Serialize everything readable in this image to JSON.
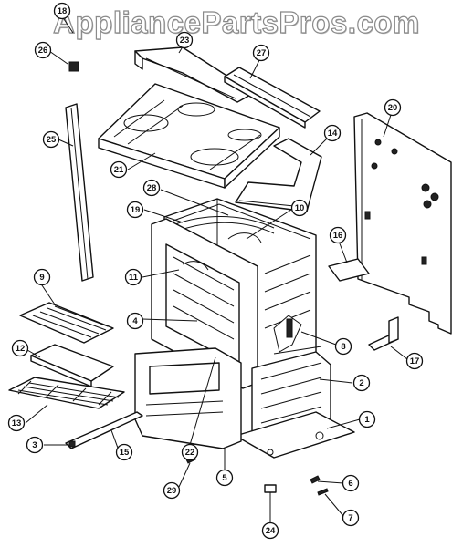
{
  "watermark": "AppliancePartsPros.com",
  "callouts": [
    {
      "id": "c18",
      "label": "18"
    },
    {
      "id": "c26",
      "label": "26"
    },
    {
      "id": "c23",
      "label": "23"
    },
    {
      "id": "c27",
      "label": "27"
    },
    {
      "id": "c25",
      "label": "25"
    },
    {
      "id": "c21",
      "label": "21"
    },
    {
      "id": "c20",
      "label": "20"
    },
    {
      "id": "c14",
      "label": "14"
    },
    {
      "id": "c28",
      "label": "28"
    },
    {
      "id": "c19",
      "label": "19"
    },
    {
      "id": "c10",
      "label": "10"
    },
    {
      "id": "c16",
      "label": "16"
    },
    {
      "id": "c9",
      "label": "9"
    },
    {
      "id": "c11",
      "label": "11"
    },
    {
      "id": "c4",
      "label": "4"
    },
    {
      "id": "c8",
      "label": "8"
    },
    {
      "id": "c12",
      "label": "12"
    },
    {
      "id": "c17",
      "label": "17"
    },
    {
      "id": "c2",
      "label": "2"
    },
    {
      "id": "c13",
      "label": "13"
    },
    {
      "id": "c1",
      "label": "1"
    },
    {
      "id": "c3",
      "label": "3"
    },
    {
      "id": "c15",
      "label": "15"
    },
    {
      "id": "c22",
      "label": "22"
    },
    {
      "id": "c29",
      "label": "29"
    },
    {
      "id": "c5",
      "label": "5"
    },
    {
      "id": "c6",
      "label": "6"
    },
    {
      "id": "c7",
      "label": "7"
    },
    {
      "id": "c24",
      "label": "24"
    }
  ]
}
